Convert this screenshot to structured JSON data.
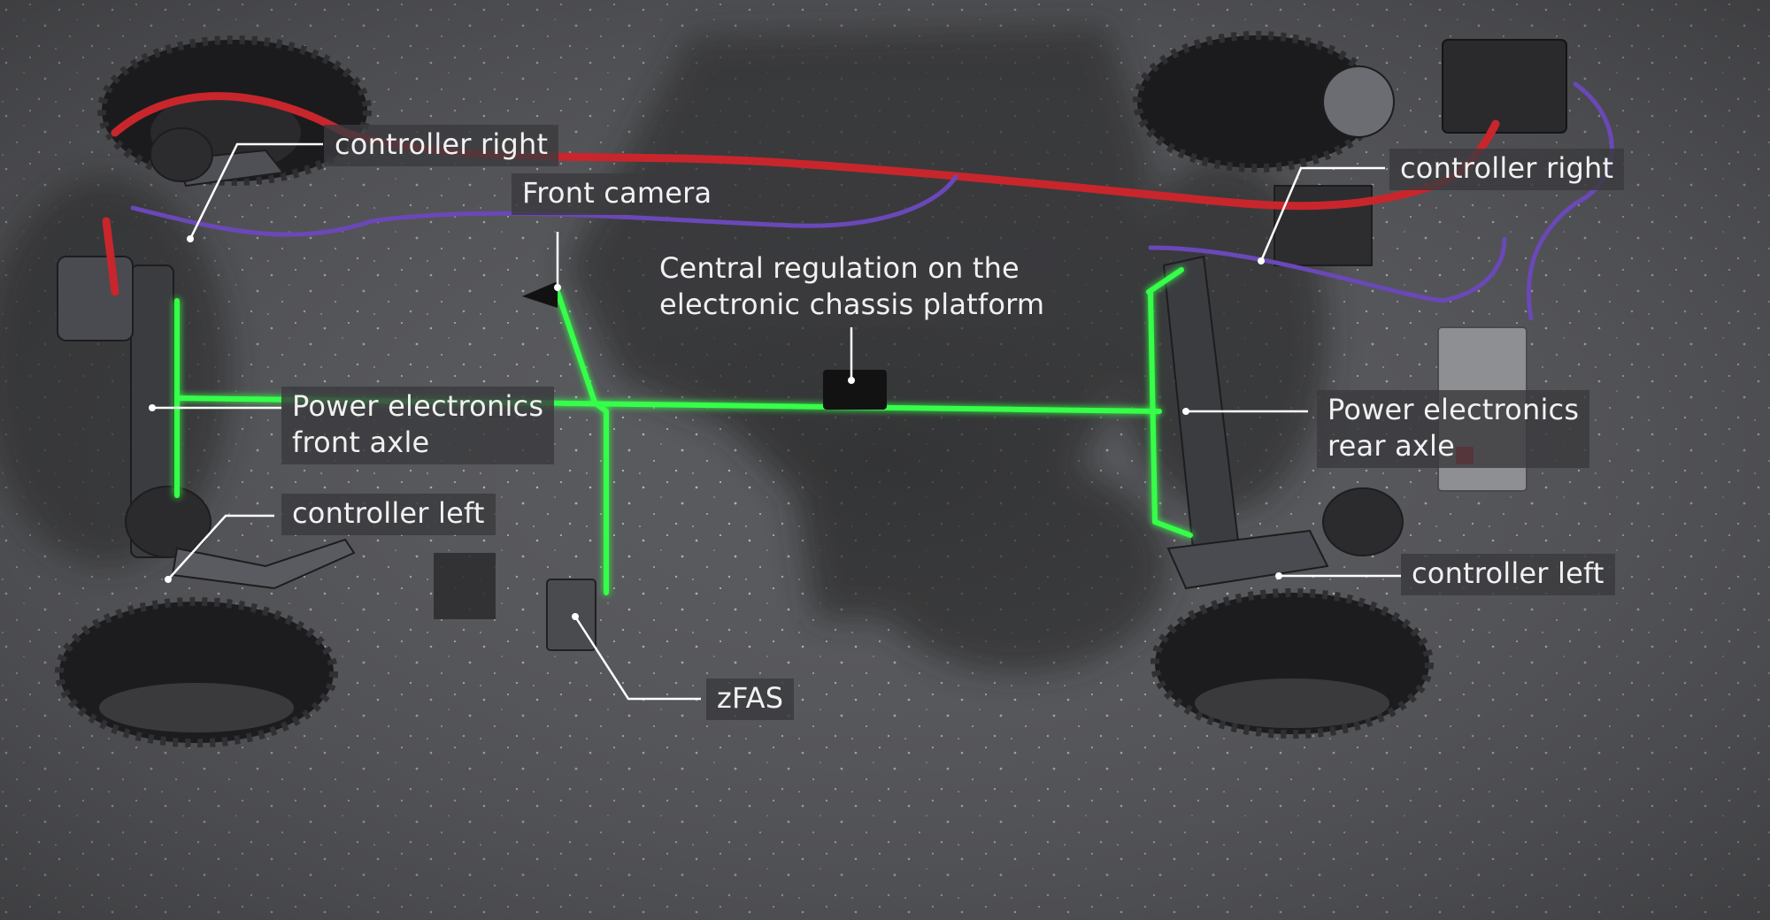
{
  "labels": {
    "controller_right_front": "controller right",
    "front_camera": "Front camera",
    "central_regulation_line1": "Central regulation on the",
    "central_regulation_line2": "electronic chassis platform",
    "controller_right_rear": "controller right",
    "power_front_line1": "Power electronics",
    "power_front_line2": "front axle",
    "power_rear_line1": "Power electronics",
    "power_rear_line2": "rear axle",
    "controller_left_front": "controller left",
    "controller_left_rear": "controller left",
    "zfas": "zFAS"
  },
  "colors": {
    "ground": "#55565a",
    "network_green": "#34ff4a",
    "cable_red": "#c8262c",
    "cable_purple": "#6a48b8",
    "label_bg": "#3a3a3e",
    "label_text": "#f1f1f1",
    "callout_line": "#ffffff"
  }
}
